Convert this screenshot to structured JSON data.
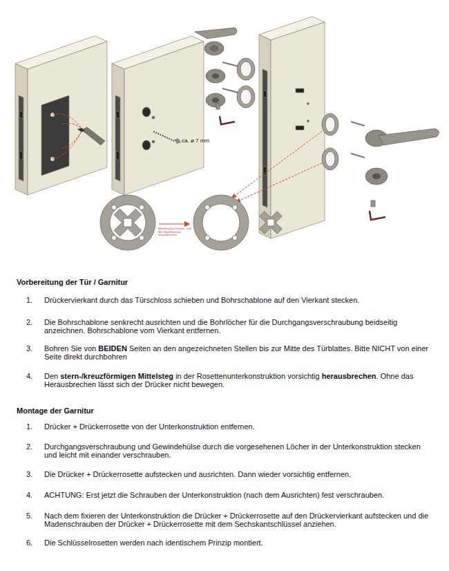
{
  "diagram": {
    "labels": [
      "ca. ø 7 mm",
      "Mittelsteg bei Drücker- und WC/ Bad-Rosetten herausbrechen",
      "Vorbereitung der Tür / Garnitur",
      "1.",
      "Drückervierkant durch das Türschloss schieben und Bohrschablone auf den Vierkant stecken.",
      "2.",
      "Die Bohrschablone senkrecht ausrichten und die Bohrlöcher für die Durchgangsverschraubung beidseitig anzeichnen. Bohrschablone vom Vierkant entfernen.",
      "3.",
      "Bohren Sie von",
      "BEIDEN",
      "Seiten an den angezeichneten Stellen bis zur Mitte des Türblattes. Bitte NICHT von einer Seite direkt durchbohren",
      "4.",
      "Den",
      "stern-/kreuzförmigen Mittelsteg",
      "in der Rosettenunterkonstruktion vorsichtig",
      "herausbrechen",
      ". Ohne das Herausbrechen lässt sich der Drücker nicht bewegen.",
      "Montage der Garnitur",
      "1.",
      "Drücker + Drückerrosette von der Unterkonstruktion entfernen.",
      "2.",
      "Durchgangsverschraubung und Gewindehülse durch die vorgesehenen Löcher in der Unterkonstruktion stecken und leicht mit einander verschrauben.",
      "3.",
      "Die Drücker + Drückerrosette aufstecken und ausrichten. Dann wieder vorsichtig entfernen.",
      "4.",
      "ACHTUNG: Erst jetzt die Schrauben der Unterkonstruktion (nach dem Ausrichten) fest verschrauben.",
      "5.",
      "Nach dem fixieren der Unterkonstruktion die Drücker + Drückerrosette auf den Drückervierkant aufstecken und die Madenschrauben der Drücker + Drückerrosette mit dem Sechskantschlüssel anziehen.",
      "6.",
      "Die Schlüsselrosetten werden nach identischem Prinzip montiert."
    ]
  }
}
